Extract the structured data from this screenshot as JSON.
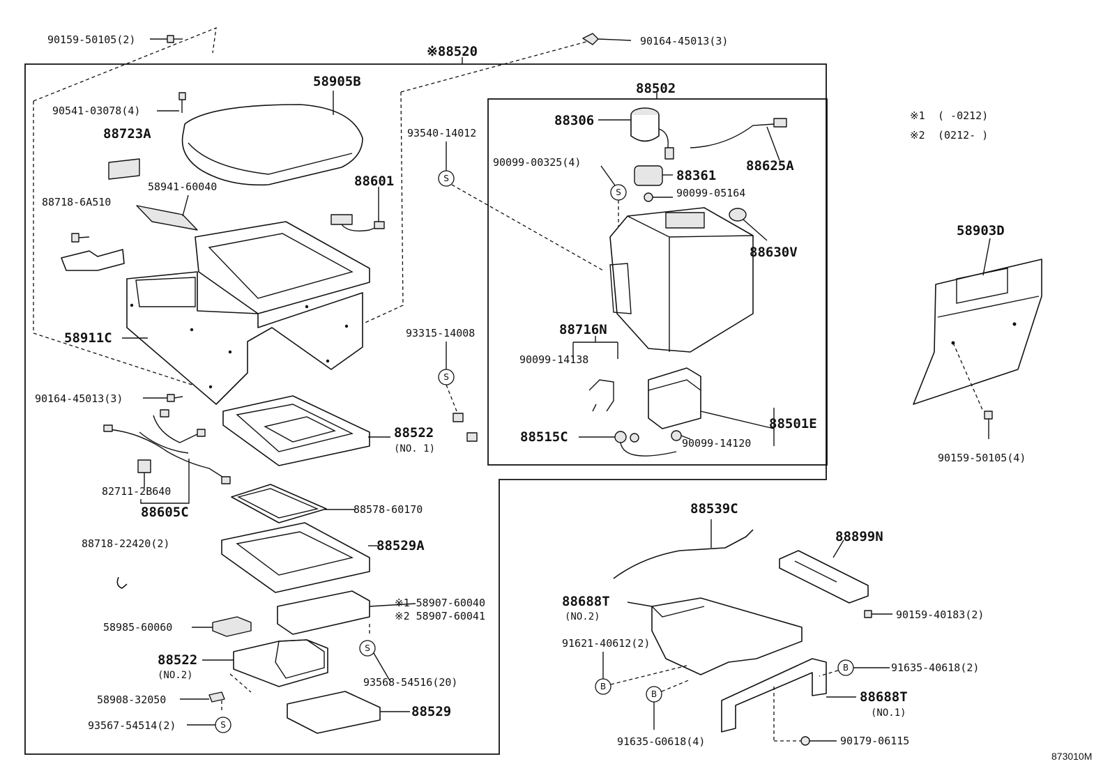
{
  "figure_code": "873010M",
  "assembly": "※88520",
  "legend": [
    {
      "mark": "※1",
      "range": "(      -0212)"
    },
    {
      "mark": "※2",
      "range": "(0212-      )"
    }
  ],
  "callouts": {
    "c_9015950105_2": "90159-50105(2)",
    "c_9016445013_3_top": "90164-45013(3)",
    "c_58905B": "58905B",
    "c_9054103078_4": "90541-03078(4)",
    "c_88723A": "88723A",
    "c_5894160040": "58941-60040",
    "c_887186A510": "88718-6A510",
    "c_88601": "88601",
    "c_58911C": "58911C",
    "c_9016445013_3": "90164-45013(3)",
    "c_88522_no1": "88522",
    "c_no1": "(NO. 1)",
    "c_827112B640": "82711-2B640",
    "c_88605C": "88605C",
    "c_8857860170": "88578-60170",
    "c_8871822420_2": "88718-22420(2)",
    "c_88529A": "88529A",
    "c_5890760040": "※1 58907-60040",
    "c_5890760041": "※2 58907-60041",
    "c_5898560060": "58985-60060",
    "c_88522_no2": "88522",
    "c_no2": "(NO.2)",
    "c_9356854516_20": "93568-54516(20)",
    "c_5890832050": "58908-32050",
    "c_88529": "88529",
    "c_9356754514_2": "93567-54514(2)",
    "c_9354014012": "93540-14012",
    "c_9331514008": "93315-14008",
    "c_88502": "88502",
    "c_88306": "88306",
    "c_88625A": "88625A",
    "c_9009900325_4": "90099-00325(4)",
    "c_88361": "88361",
    "c_9009905164": "90099-05164",
    "c_88630V": "88630V",
    "c_88716N": "88716N",
    "c_9009914138": "90099-14138",
    "c_88515C": "88515C",
    "c_88501E": "88501E",
    "c_9009914120": "90099-14120",
    "c_58903D": "58903D",
    "c_9015950105_4": "90159-50105(4)",
    "c_88539C": "88539C",
    "c_88899N": "88899N",
    "c_88688T_no2": "88688T",
    "c_no2b": "(NO.2)",
    "c_9015940183_2": "90159-40183(2)",
    "c_9162140612_2": "91621-40612(2)",
    "c_9163540618_2": "91635-40618(2)",
    "c_88688T_no1": "88688T",
    "c_no1b": "(NO.1)",
    "c_91635G0618_4": "91635-G0618(4)",
    "c_9017906115": "90179-06115"
  },
  "marks": {
    "s": "S",
    "b": "B"
  }
}
